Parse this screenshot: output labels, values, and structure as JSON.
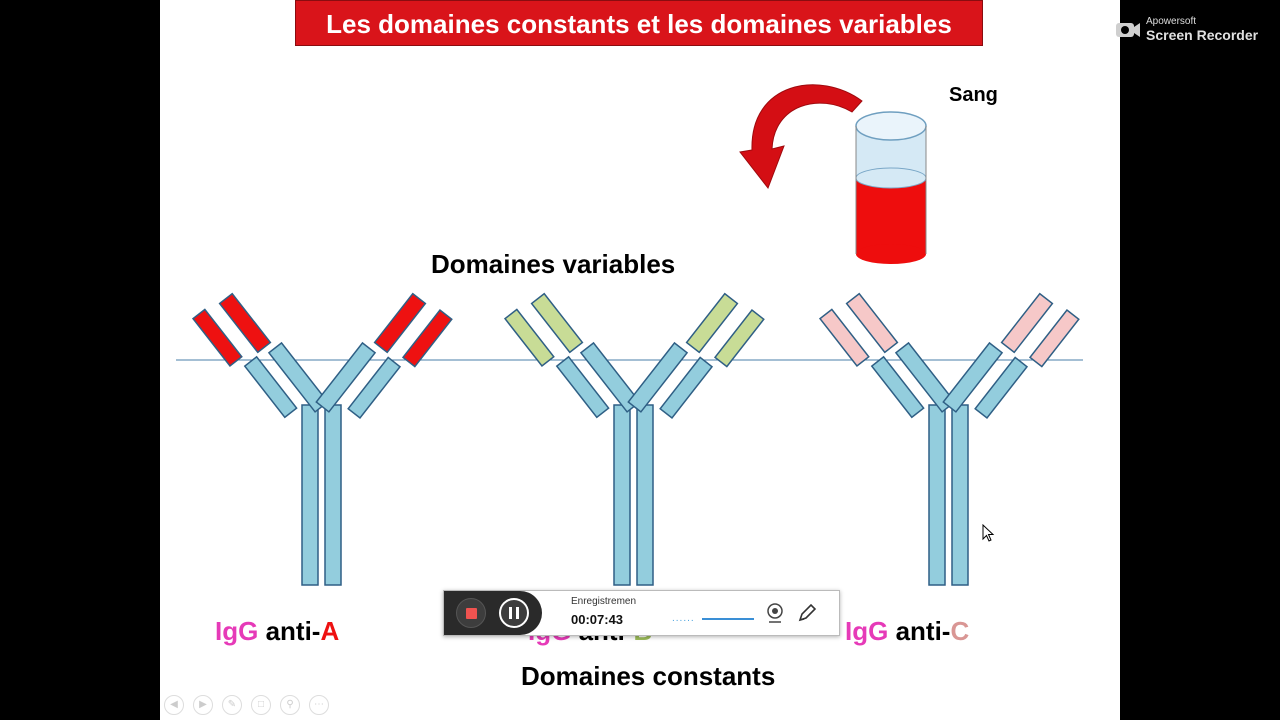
{
  "slide": {
    "title": "Les domaines constants et les domaines variables",
    "blood_label": "Sang",
    "variable_label": "Domaines variables",
    "constant_label": "Domaines constants",
    "antibodies": [
      {
        "prefix": "IgG",
        "middle": " anti-",
        "letter": "A",
        "tip_color": "#ee1111",
        "letter_color": "#ee1111"
      },
      {
        "prefix": "IgG",
        "middle": " anti-",
        "letter": "B",
        "tip_color": "#c8dc96",
        "letter_color": "#9bbb59"
      },
      {
        "prefix": "IgG",
        "middle": " anti-",
        "letter": "C",
        "tip_color": "#f6c8c8",
        "letter_color": "#d99694"
      }
    ],
    "heavy_chain_color": "#93cddd",
    "nav_icons": [
      "prev-icon",
      "next-icon",
      "pen-icon",
      "slides-icon",
      "zoom-icon",
      "more-icon"
    ]
  },
  "recorder": {
    "status_label": "Enregistremen",
    "time": "00:07:43",
    "dots": "......"
  },
  "watermark": {
    "brand": "Apowersoft",
    "product": "Screen Recorder"
  }
}
